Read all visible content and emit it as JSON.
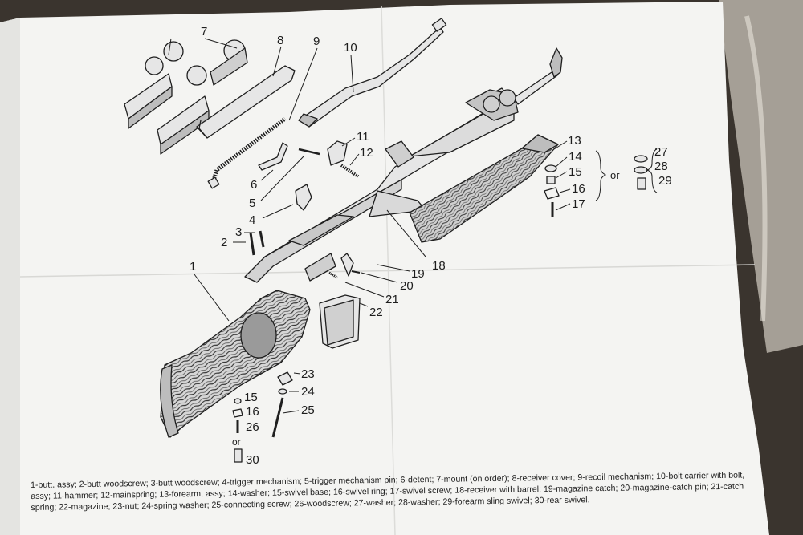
{
  "diagram": {
    "labels": {
      "n1": "1",
      "n2": "2",
      "n3": "3",
      "n4": "4",
      "n5": "5",
      "n6": "6",
      "n7": "7",
      "n8": "8",
      "n9": "9",
      "n10": "10",
      "n11": "11",
      "n12": "12",
      "n13": "13",
      "n14": "14",
      "n15": "15",
      "n16": "16",
      "n17": "17",
      "n18": "18",
      "n19": "19",
      "n20": "20",
      "n21": "21",
      "n22": "22",
      "n23": "23",
      "n24": "24",
      "n25": "25",
      "n26": "26",
      "n27": "27",
      "n28": "28",
      "n29": "29",
      "n30": "30",
      "n15b": "15",
      "n16b": "16",
      "or1": "or",
      "or2": "or"
    }
  },
  "legend": {
    "items": [
      "1-butt, assy;",
      "2-butt woodscrew;",
      "3-butt woodscrew;",
      "4-trigger mechanism;",
      "5-trigger mechanism pin;",
      "6-detent;",
      "7-mount (on order);",
      "8-receiver cover;",
      "9-recoil mechanism;",
      "10-bolt carrier with bolt, assy;",
      "11-hammer;",
      "12-mainspring;",
      "13-forearm, assy;",
      "14-washer;",
      "15-swivel base;",
      "16-swivel ring;",
      "17-swivel screw;",
      "18-receiver with barrel;",
      "19-magazine catch;",
      "20-magazine-catch pin;",
      "21-catch spring;",
      "22-magazine;",
      "23-nut;",
      "24-spring washer;",
      "25-connecting screw;",
      "26-woodscrew;",
      "27-washer;",
      "28-washer;",
      "29-forearm sling swivel;",
      "30-rear swivel."
    ]
  }
}
